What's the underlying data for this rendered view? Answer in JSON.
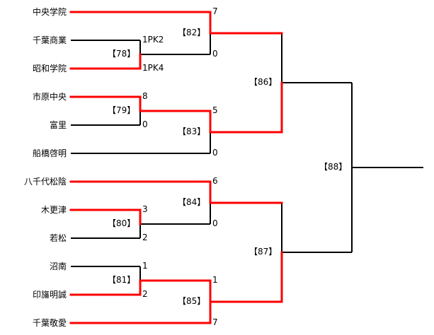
{
  "teams": [
    "中央学院",
    "千葉商業",
    "昭和学院",
    "市原中央",
    "富里",
    "船橋啓明",
    "八千代松陰",
    "木更津",
    "若松",
    "沼南",
    "印旛明誠",
    "千葉敬愛"
  ],
  "match_labels": {
    "m78": "【78】",
    "m79": "【79】",
    "m80": "【80】",
    "m81": "【81】",
    "m82": "【82】",
    "m83": "【83】",
    "m84": "【84】",
    "m85": "【85】",
    "m86": "【86】",
    "m87": "【87】",
    "m88": "【88】"
  },
  "scores": {
    "chuo_gakuin": "7",
    "chiba_shogyo": "1PK2",
    "showa_gakuin": "1PK4",
    "m78_winner": "0",
    "ichihara_chuo": "8",
    "tomisato": "0",
    "m79_winner": "5",
    "funabashi_keimei": "0",
    "yachiyo_shoin": "6",
    "kisarazu": "3",
    "wakamatsu": "2",
    "m80_winner": "0",
    "shonan": "1",
    "inba_meisei": "2",
    "m81_winner": "1",
    "chiba_keiai": "7"
  },
  "colors": {
    "winner_line": "#ff0000",
    "loser_line": "#000000"
  }
}
